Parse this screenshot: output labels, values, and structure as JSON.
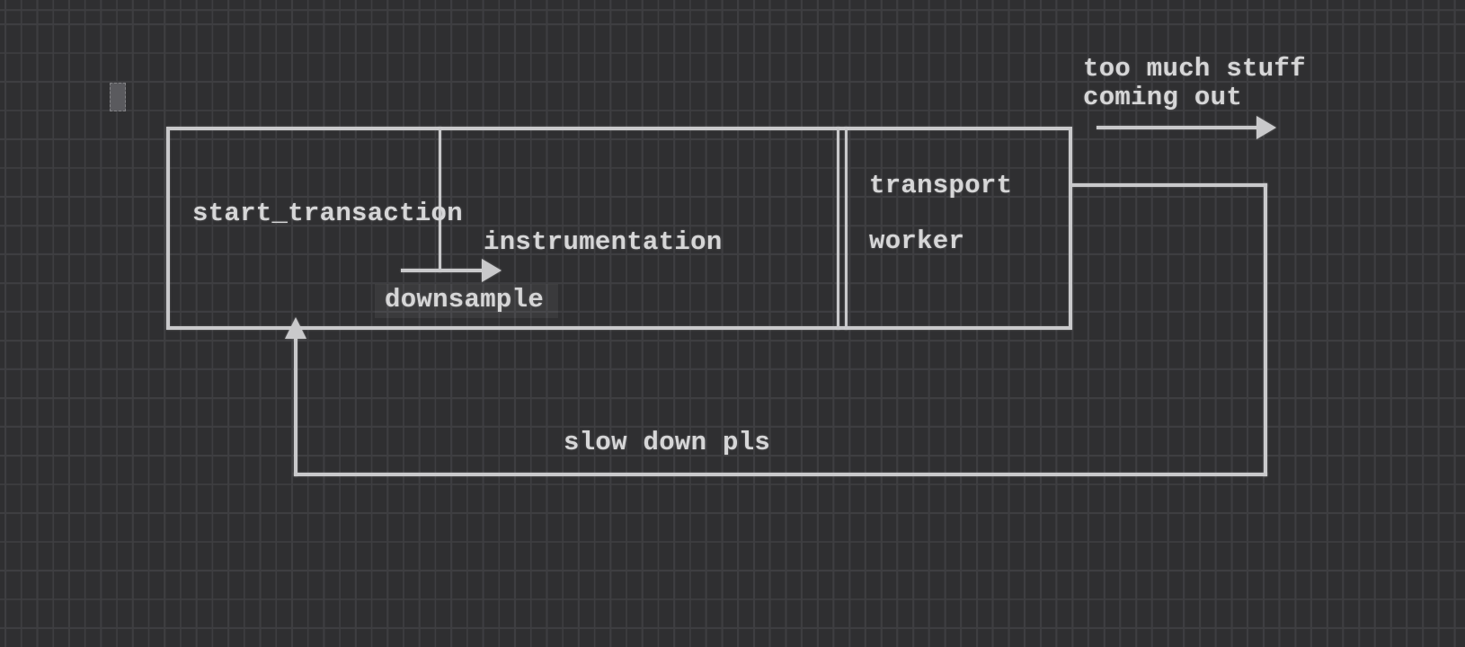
{
  "canvas": {
    "background_color": "#2f2f31",
    "grid_line_color": "#3e3e41",
    "stroke_color": "#c9c9cb",
    "text_color": "#d6d6d7",
    "cursor_color": "#5a5a5e",
    "selection_highlight_color": "rgba(255,255,255,0.055)"
  },
  "diagram": {
    "pipeline_box": {
      "stage1_label": "start_transaction",
      "stage2_label": "instrumentation",
      "downsample_label": "downsample",
      "transport_label": "transport",
      "worker_label": "worker"
    },
    "output_annotation": {
      "line1": "too much stuff",
      "line2": "coming out"
    },
    "feedback_annotation": {
      "label": "slow down pls"
    }
  }
}
